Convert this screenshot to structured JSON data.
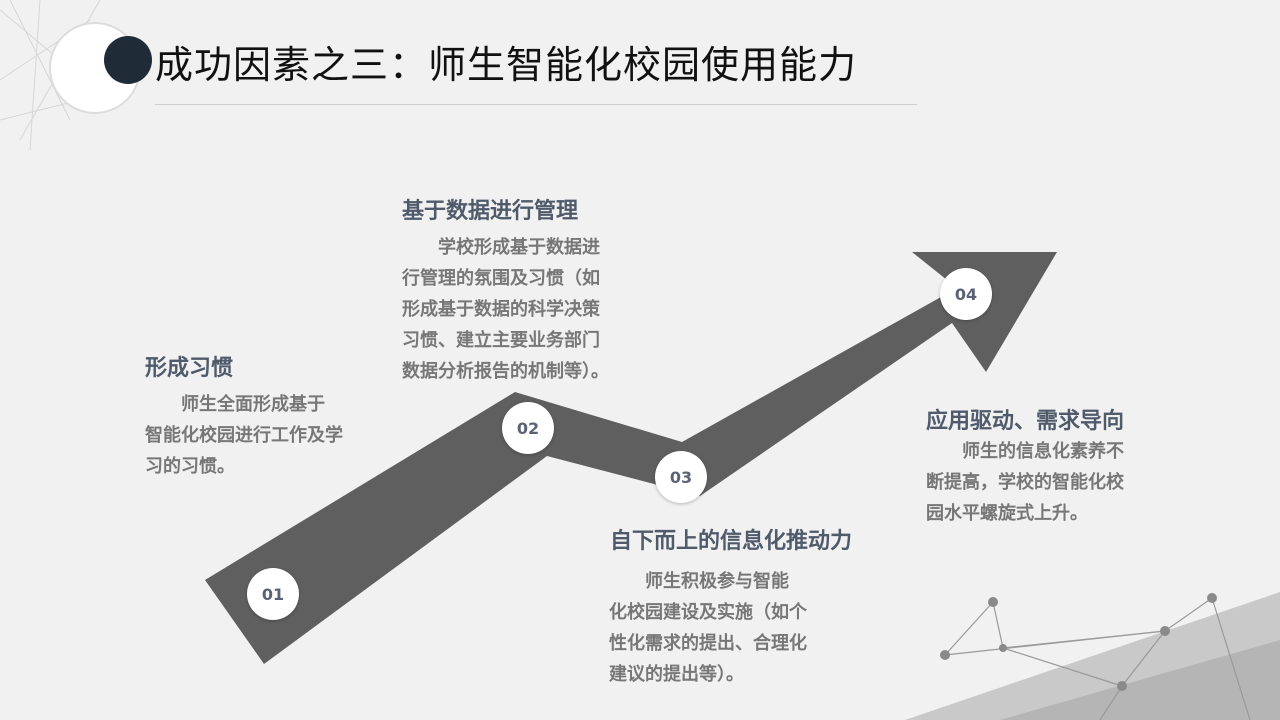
{
  "title": "成功因素之三：师生智能化校园使用能力",
  "markers": [
    "01",
    "02",
    "03",
    "04"
  ],
  "steps": [
    {
      "heading": "形成习惯",
      "lines": [
        "　　师生全面形成基于",
        "智能化校园进行工作及学",
        "习的习惯。"
      ]
    },
    {
      "heading": "基于数据进行管理",
      "lines": [
        "　　学校形成基于数据进",
        "行管理的氛围及习惯（如",
        "形成基于数据的科学决策",
        "习惯、建立主要业务部门",
        "数据分析报告的机制等）。"
      ]
    },
    {
      "heading": "自下而上的信息化推动力",
      "lines": [
        "　　师生积极参与智能",
        "化校园建设及实施（如个",
        "性化需求的提出、合理化",
        "建议的提出等）。"
      ]
    },
    {
      "heading": "应用驱动、需求导向",
      "lines": [
        "　　师生的信息化素养不",
        "断提高，学校的智能化校",
        "园水平螺旋式上升。"
      ]
    }
  ],
  "colors": {
    "arrow": "#5f5f5f",
    "heading": "#4f5a6b",
    "body": "#777777",
    "title_dot": "#1f2b36"
  }
}
